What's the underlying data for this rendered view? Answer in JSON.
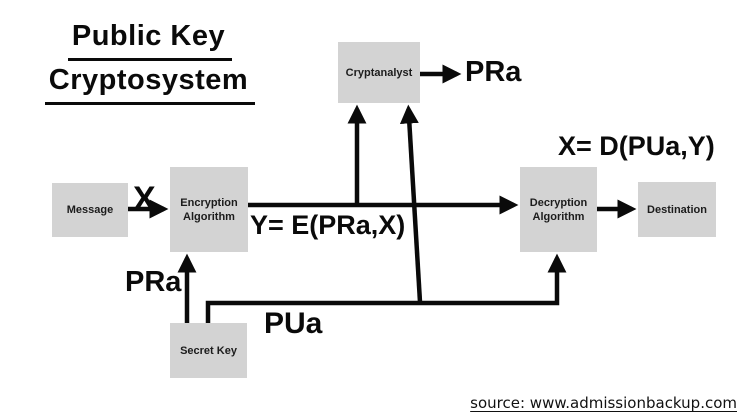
{
  "title": {
    "line1": "Public Key",
    "line2": "Cryptosystem"
  },
  "boxes": {
    "message": "Message",
    "encryption_algorithm": "Encryption Algorithm",
    "cryptanalyst": "Cryptanalyst",
    "decryption_algorithm": "Decryption Algorithm",
    "destination": "Destination",
    "secret_key": "Secret Key"
  },
  "labels": {
    "plaintext_input": "X",
    "ciphertext_equation": "Y= E(PRa,X)",
    "decryption_equation": "X= D(PUa,Y)",
    "cryptanalyst_output": "PRa",
    "private_key": "PRa",
    "public_key": "PUa"
  },
  "footer": {
    "source": "source: www.admissionbackup.com"
  },
  "colors": {
    "box_fill": "#d3d3d3",
    "line_color": "#0a0a0a",
    "background": "#ffffff",
    "text_color": "#0a0a0a"
  }
}
